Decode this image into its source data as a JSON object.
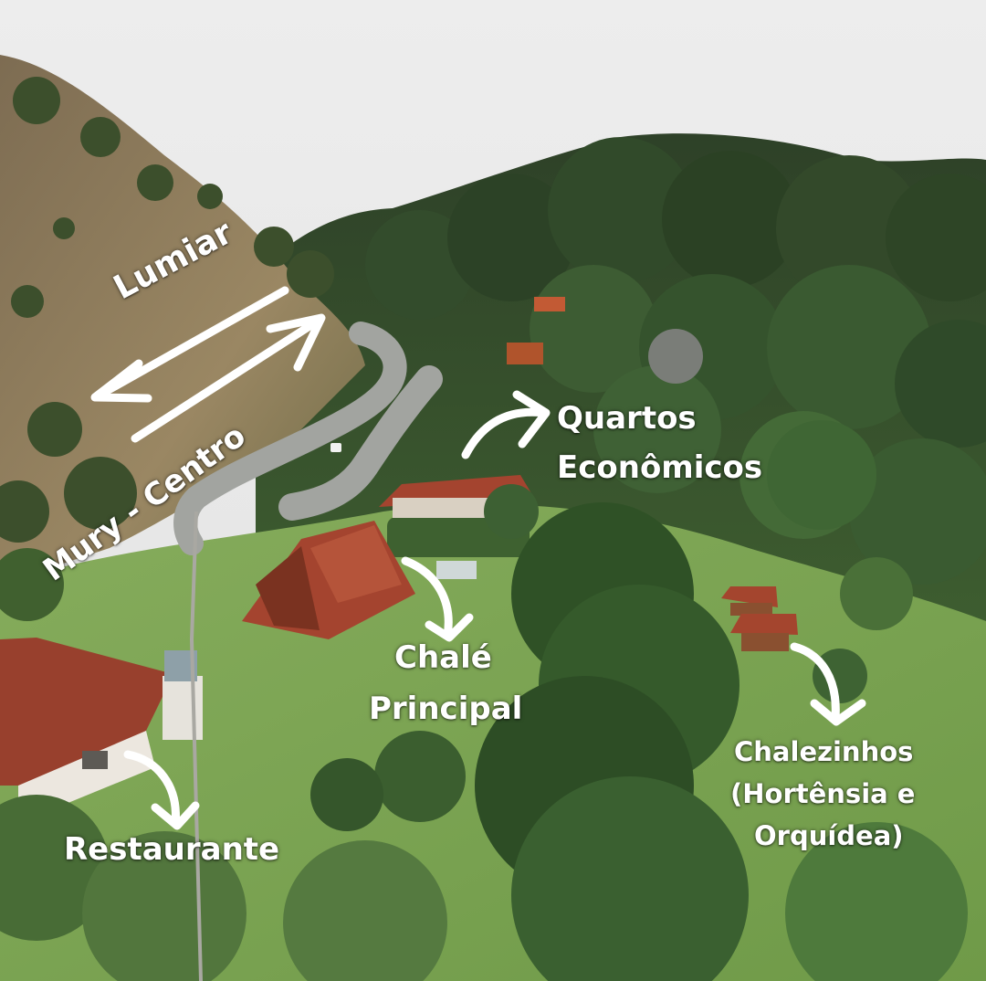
{
  "labels": {
    "lumiar": "Lumiar",
    "mury_centro": "Mury - Centro",
    "quartos_line1": "Quartos",
    "quartos_line2": "Econômicos",
    "chale_line1": "Chalé",
    "chale_line2": "Principal",
    "chalezinhos_line1": "Chalezinhos",
    "chalezinhos_line2": "(Hortênsia e",
    "chalezinhos_line3": "Orquídea)",
    "restaurante": "Restaurante"
  },
  "colors": {
    "sky": "#e8e8e8",
    "hillside": "#8a7a5e",
    "forest_dark": "#2f4a2a",
    "forest_mid": "#476b38",
    "lawn": "#7fa756",
    "road": "#9a9c98",
    "roof": "#a8452e",
    "label_text": "#ffffff"
  },
  "icons": [
    "direction-arrows-icon",
    "curved-arrow-icon"
  ]
}
